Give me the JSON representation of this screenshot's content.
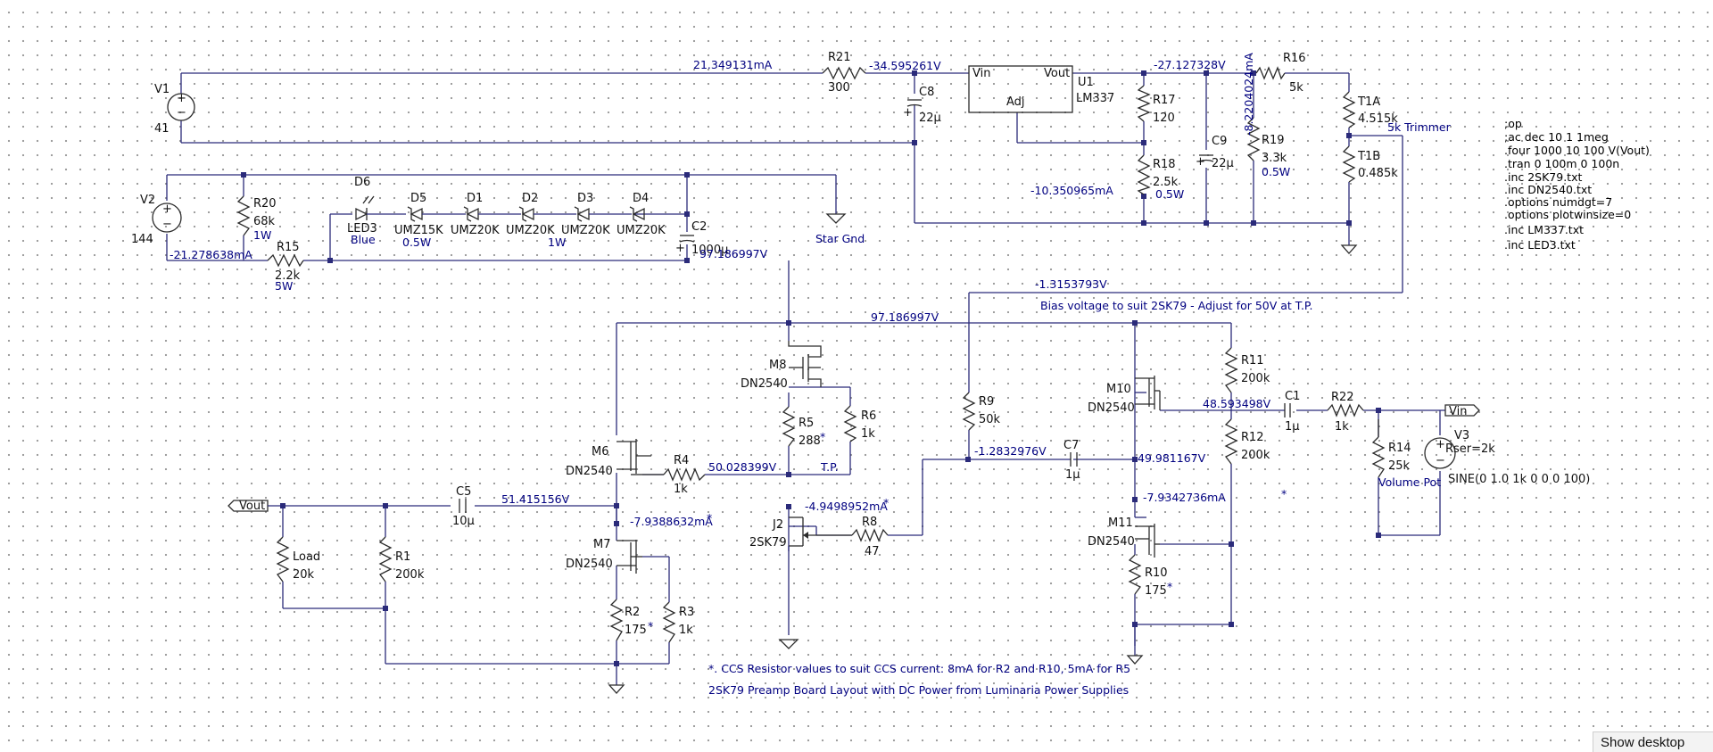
{
  "components": {
    "V1": "V1",
    "V1_val": "41",
    "V2": "V2",
    "V2_val": "144",
    "V3": "V3",
    "V3_rser": "Rser=2k",
    "V3_val": "SINE(0 1.0 1k 0 0 0 100)",
    "R21": "R21",
    "R21_val": "300",
    "C8": "C8",
    "C8_val": "22µ",
    "U1": "U1",
    "U1_part": "LM337",
    "U1_vin": "Vin",
    "U1_vout": "Vout",
    "U1_adj": "Adj",
    "R17": "R17",
    "R17_val": "120",
    "R18": "R18",
    "R18_val": "2.5k",
    "R18_pwr": "0.5W",
    "C9": "C9",
    "C9_val": "22µ",
    "R19": "R19",
    "R19_val": "3.3k",
    "R19_pwr": "0.5W",
    "R16": "R16",
    "R16_val": "5k",
    "T1A": "T1A",
    "T1A_val": "4.515k",
    "T1B": "T1B",
    "T1B_val": "0.485k",
    "R20": "R20",
    "R20_val": "68k",
    "R20_pwr": "1W",
    "R15": "R15",
    "R15_val": "2.2k",
    "R15_pwr": "5W",
    "D6": "D6",
    "LED3": "LED3",
    "LED3_color": "Blue",
    "D5": "D5",
    "D5_val": "UMZ15K",
    "D5_pwr": "0.5W",
    "D1": "D1",
    "D1_val": "UMZ20K",
    "D2": "D2",
    "D2_val": "UMZ20K",
    "D2_pwr": "1W",
    "D3": "D3",
    "D3_val": "UMZ20K",
    "D4": "D4",
    "D4_val": "UMZ20K",
    "C2": "C2",
    "C2_val": "1000µ",
    "M8": "M8",
    "M8_val": "DN2540",
    "R5": "R5",
    "R5_val": "288",
    "R5_star": "*",
    "R6": "R6",
    "R6_val": "1k",
    "M6": "M6",
    "M6_val": "DN2540",
    "R4": "R4",
    "R4_val": "1k",
    "J2": "J2",
    "J2_val": "2SK79",
    "R8": "R8",
    "R8_val": "47",
    "M7": "M7",
    "M7_val": "DN2540",
    "R2": "R2",
    "R2_val": "175",
    "R2_star": "*",
    "R3": "R3",
    "R3_val": "1k",
    "C5": "C5",
    "C5_val": "10µ",
    "Load": "Load",
    "Load_val": "20k",
    "R1": "R1",
    "R1_val": "200k",
    "R9": "R9",
    "R9_val": "50k",
    "C7": "C7",
    "C7_val": "1µ",
    "M10": "M10",
    "M10_val": "DN2540",
    "R11": "R11",
    "R11_val": "200k",
    "R12": "R12",
    "R12_val": "200k",
    "M11": "M11",
    "M11_val": "DN2540",
    "R10": "R10",
    "R10_val": "175",
    "R10_star": "*",
    "C1": "C1",
    "C1_val": "1µ",
    "R22": "R22",
    "R22_val": "1k",
    "R14": "R14",
    "R14_val": "25k",
    "R14_note": "Volume Pot"
  },
  "net_labels": {
    "vout": "Vout",
    "vin": "Vin",
    "star_gnd": "Star Gnd",
    "trimmer": "5k Trimmer",
    "tp": "T.P."
  },
  "op_points": {
    "i_r21": "21.349131mA",
    "v_c8": "-34.595261V",
    "v_u1out": "-27.127328V",
    "i_r19": "-8.2204024mA",
    "i_r18": "-10.350965mA",
    "i_r20": "-21.278638mA",
    "v_c2": "97.186997V",
    "v_rail": "97.186997V",
    "v_trim": "-1.3153793V",
    "v_c1": "48.593498V",
    "v_r9": "-1.2832976V",
    "v_m10s": "49.981167V",
    "i_m11": "-7.9342736mA",
    "v_tp": "50.028399V",
    "i_j2": "-4.9498952mA",
    "v_c5": "51.415156V",
    "i_m7": "-7.9388632mA",
    "star": "*"
  },
  "directives": [
    ";op",
    ";ac dec 10 1 1meg",
    ".four 1000 10 100 V(Vout)",
    ".tran 0 100m 0 100n",
    ".inc 2SK79.txt",
    ".inc DN2540.txt",
    ".options numdgt=7",
    ".options plotwinsize=0",
    ".inc LM337.txt",
    ".inc LED3.txt"
  ],
  "notes": {
    "bias": "Bias voltage to suit 2SK79 - Adjust for 50V at T.P.",
    "ccs": "*.  CCS Resistor values to suit CCS current: 8mA for R2 and R10, 5mA for R5",
    "title": "2SK79 Preamp Board Layout with DC Power from Luminaria Power Supplies"
  },
  "taskbar": {
    "show_desktop": "Show desktop"
  }
}
